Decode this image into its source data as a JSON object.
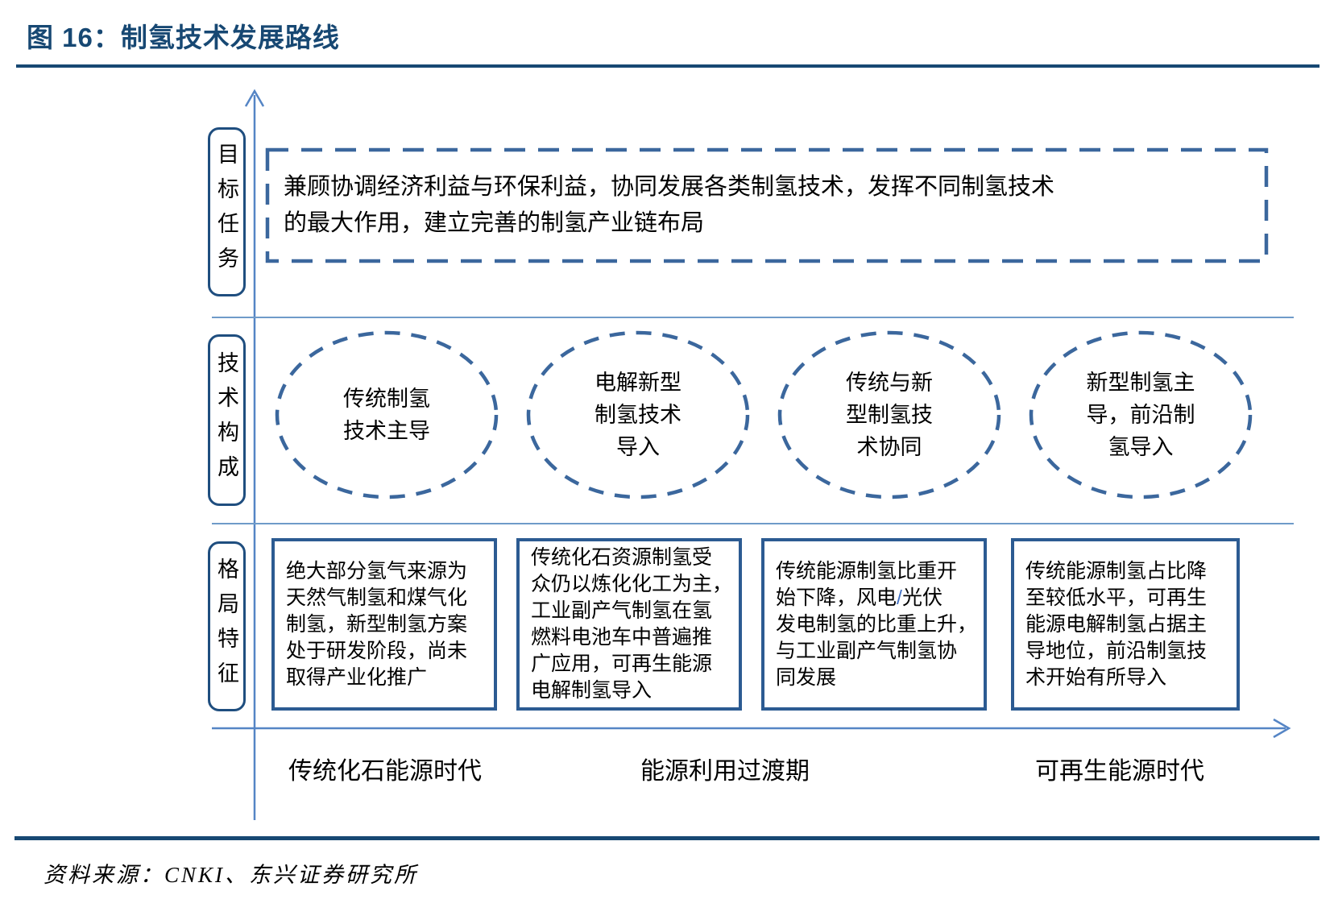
{
  "figure": {
    "title": "图 16：制氢技术发展路线",
    "source": "资料来源：CNKI、东兴证券研究所"
  },
  "rows": {
    "goal": {
      "label": "目标任务",
      "text": "兼顾协调经济利益与环保利益，协同发展各类制氢技术，发挥不同制氢技术\n的最大作用，建立完善的制氢产业链布局"
    },
    "tech": {
      "label": "技术构成",
      "ellipses": [
        "传统制氢\n技术主导",
        "电解新型\n制氢技术\n导入",
        "传统与新\n型制氢技\n术协同",
        "新型制氢主\n导，前沿制\n氢导入"
      ]
    },
    "pattern": {
      "label": "格局特征",
      "boxes": [
        {
          "text": "绝大部分氢气来源为\n天然气制氢和煤气化\n制氢，新型制氢方案\n处于研发阶段，尚未\n取得产业化推广"
        },
        {
          "text": "传统化石资源制氢受\n众仍以炼化化工为主，\n工业副产气制氢在氢\n燃料电池车中普遍推\n广应用，可再生能源\n电解制氢导入"
        },
        {
          "pre": "传统能源制氢比重开\n始下降，风电",
          "slash": "/",
          "post": "光伏\n发电制氢的比重上升，\n与工业副产气制氢协\n同发展"
        },
        {
          "text": "传统能源制氢占比降\n至较低水平，可再生\n能源电解制氢占据主\n导地位，前沿制氢技\n术开始有所导入"
        }
      ]
    }
  },
  "eras": [
    "传统化石能源时代",
    "能源利用过渡期",
    "可再生能源时代"
  ],
  "colors": {
    "accent_navy": "#174873",
    "axis_blue": "#5585C5",
    "separator_blue": "#6F9BC9",
    "dash_blue": "#3B679D",
    "box_border_blue": "#2C5B92",
    "slash_blue": "#4472C4"
  }
}
